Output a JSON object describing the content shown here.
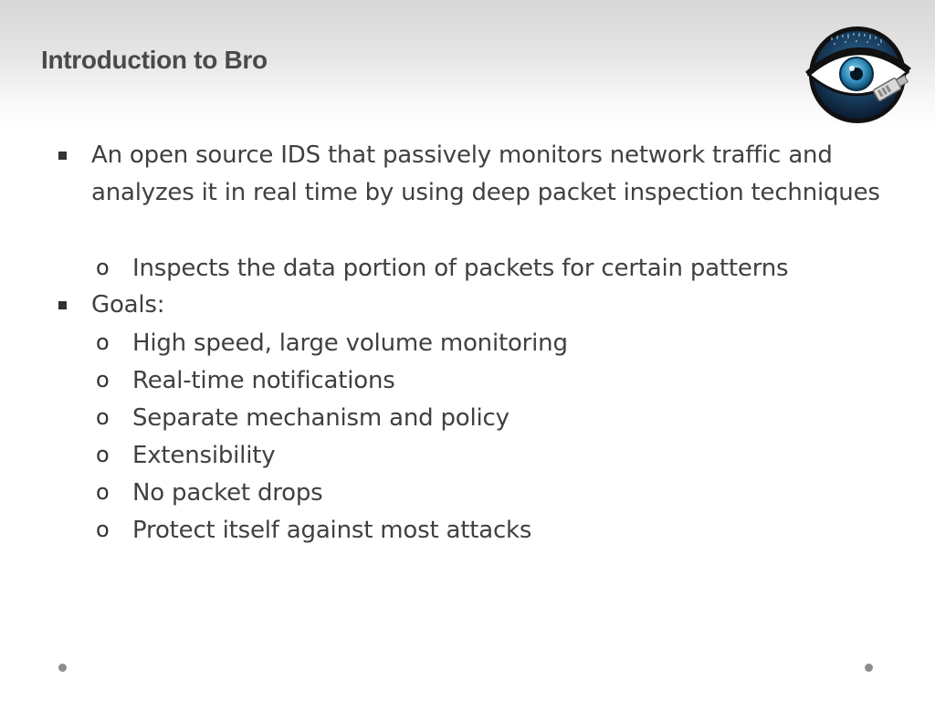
{
  "slide": {
    "title": "Introduction to Bro",
    "logo_icon": "bro-eye-logo-icon",
    "bullets": [
      {
        "text": "An open source IDS that passively monitors network traffic and analyzes it in real time by using deep packet inspection techniques",
        "sub": [
          "Inspects the data portion of packets for certain patterns"
        ]
      },
      {
        "text": "Goals:",
        "sub": [
          "High speed, large volume monitoring",
          "Real-time notifications",
          "Separate mechanism and policy",
          "Extensibility",
          "No packet drops",
          "Protect itself against most attacks"
        ]
      }
    ],
    "sub_bullet_marker": "o",
    "colors": {
      "title": "#4a4a4a",
      "body": "#404040",
      "iris": "#3aa0c8"
    }
  }
}
